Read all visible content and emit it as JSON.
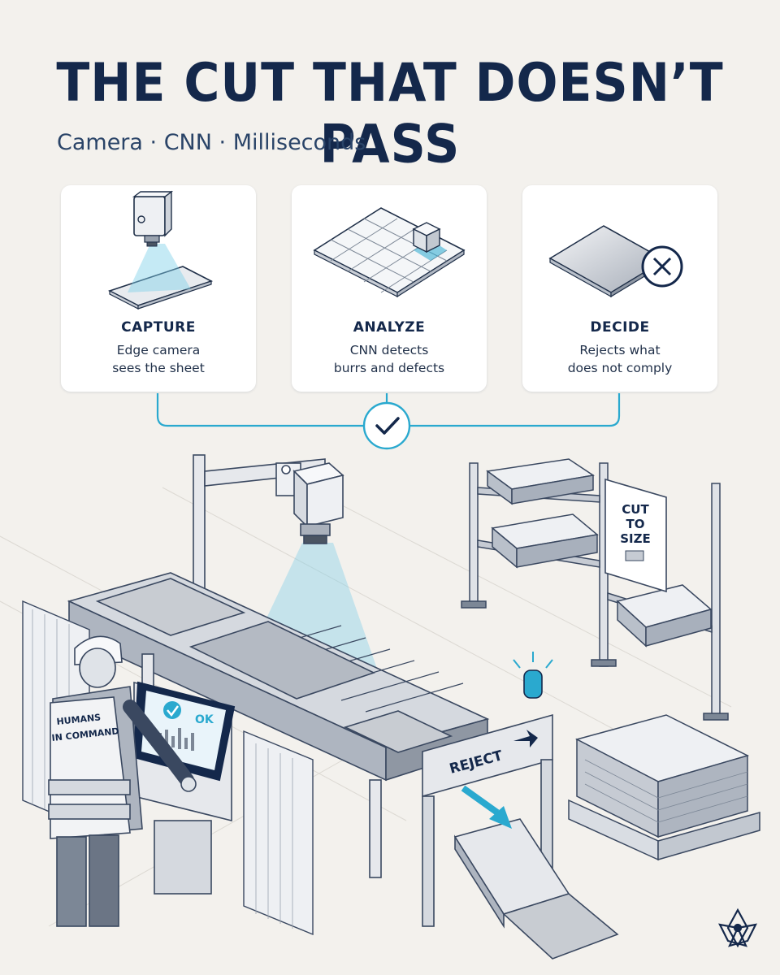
{
  "header": {
    "title": "THE CUT THAT DOESN’T PASS",
    "subtitle": "Camera · CNN · Milliseconds"
  },
  "steps": [
    {
      "title": "CAPTURE",
      "desc_line1": "Edge camera",
      "desc_line2": "sees the sheet",
      "icon": "camera-over-sheet-icon"
    },
    {
      "title": "ANALYZE",
      "desc_line1": "CNN detects",
      "desc_line2": "burrs and defects",
      "icon": "grid-analysis-icon"
    },
    {
      "title": "DECIDE",
      "desc_line1": "Rejects what",
      "desc_line2": "does not comply",
      "icon": "reject-x-icon"
    }
  ],
  "scene": {
    "screen_status": "OK",
    "vest_line1": "HUMANS",
    "vest_line2": "IN COMMAND",
    "reject_sign": "REJECT",
    "storage_sign_line1": "CUT",
    "storage_sign_line2": "TO",
    "storage_sign_line3": "SIZE"
  },
  "colors": {
    "navy": "#14284b",
    "accent_teal": "#2aa9cf",
    "background": "#f3f1ed"
  }
}
